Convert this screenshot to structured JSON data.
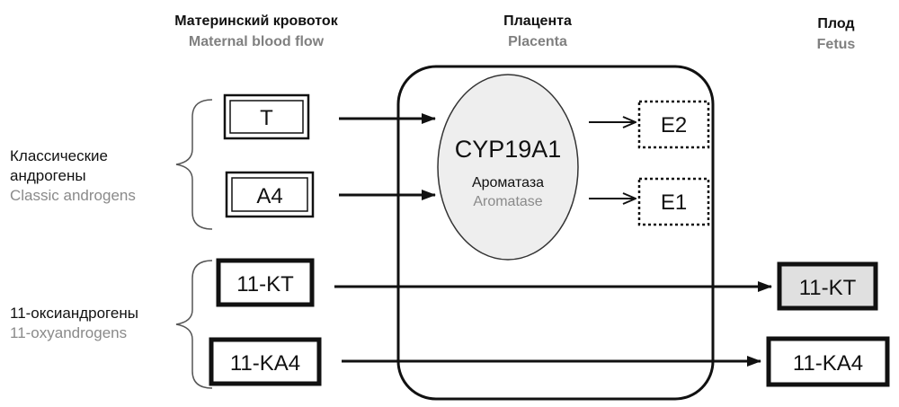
{
  "headers": {
    "maternal": {
      "ru": "Материнский кровоток",
      "en": "Maternal blood flow"
    },
    "placenta": {
      "ru": "Плацента",
      "en": "Placenta"
    },
    "fetus": {
      "ru": "Плод",
      "en": "Fetus"
    }
  },
  "groups": {
    "classic": {
      "ru_line1": "Классические",
      "ru_line2": "андрогены",
      "en": "Classic androgens"
    },
    "oxy": {
      "ru": "11-оксиандрогены",
      "en": "11-oxyandrogens"
    }
  },
  "maternal_boxes": {
    "t": "T",
    "a4": "A4",
    "kt": "11-KT",
    "ka4": "11-KA4"
  },
  "enzyme": {
    "name": "CYP19A1",
    "ru": "Ароматаза",
    "en": "Aromatase"
  },
  "products": {
    "e2": "E2",
    "e1": "E1"
  },
  "fetal_boxes": {
    "kt": "11-KT",
    "ka4": "11-KA4"
  }
}
